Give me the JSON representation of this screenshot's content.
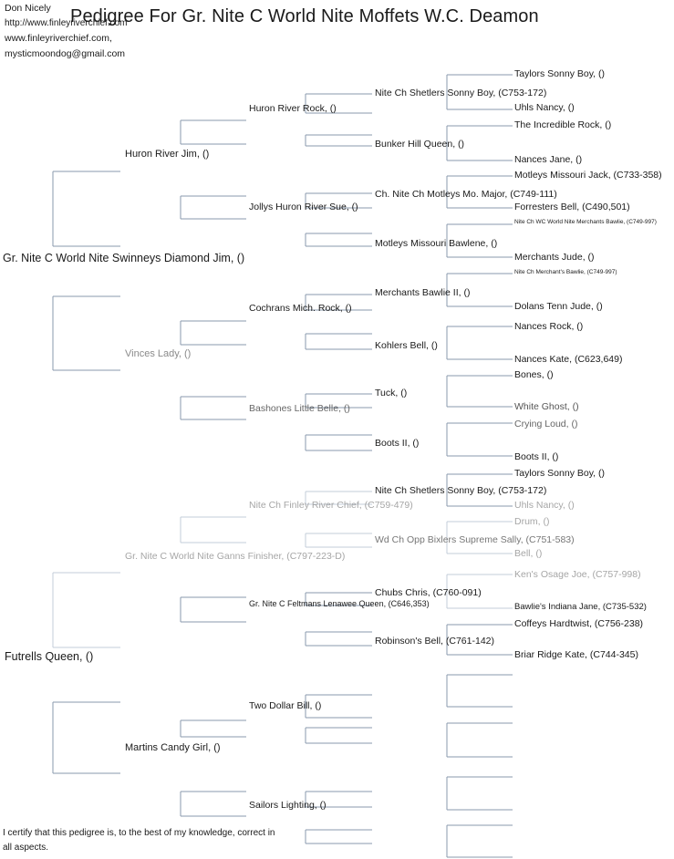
{
  "title": "Pedigree For Gr. Nite C World Nite Moffets W.C. Deamon",
  "breeder": {
    "name": "Don Nicely",
    "website_1": "http://www.finleyriverchief.com",
    "website_2": "www.finleyriverchief.com,",
    "email": "mysticmoondog@gmail.com"
  },
  "pedigree": {
    "sire": "Gr. Nite C World Nite Swinneys Diamond Jim, ()",
    "dam": "Futrells Queen, ()",
    "sire_sire": "Huron River Jim, ()",
    "sire_dam": "Vinces Lady, ()",
    "dam_sire": "Gr. Nite C World Nite Ganns Finisher, (C797-223-D)",
    "dam_dam": "Martins Candy Girl, ()",
    "g3": [
      "Huron River Rock, ()",
      "Jollys Huron River Sue, ()",
      "Cochrans Mich. Rock, ()",
      "Bashones Little Belle, ()",
      "Nite Ch Finley River Chief, (C759-479)",
      "Gr. Nite C Feltmans Lenawee Queen, (C646,353)",
      "Two Dollar Bill, ()",
      "Sailors Lighting, ()"
    ],
    "g4": [
      "Nite Ch Shetlers Sonny Boy, (C753-172)",
      "Bunker Hill Queen, ()",
      "Ch. Nite Ch Motleys Mo. Major, (C749-111)",
      "Motleys Missouri Bawlene, ()",
      "Merchants Bawlie II, ()",
      "Kohlers Bell, ()",
      "Tuck, ()",
      "Boots II, ()",
      "Nite Ch Shetlers Sonny Boy, (C753-172)",
      "Wd Ch Opp Bixlers Supreme Sally, (C751-583)",
      "Chubs Chris, (C760-091)",
      "Robinson's Bell, (C761-142)"
    ],
    "g5": [
      "Taylors Sonny Boy, ()",
      "Uhls Nancy, ()",
      "The Incredible Rock, ()",
      "Nances Jane, ()",
      "Motleys Missouri Jack, (C733-358)",
      "Forresters Bell, (C490,501)",
      "Nite Ch WC World Nite Merchants Bawlie, (C749-997)",
      "Merchants Jude, ()",
      "Nite Ch Merchant's Bawlie, (C749-997)",
      "Dolans Tenn Jude, ()",
      "Nances Rock, ()",
      "Nances Kate, (C623,649)",
      "Bones, ()",
      "White Ghost, ()",
      "Crying Loud, ()",
      "Boots II, ()",
      "Taylors Sonny Boy, ()",
      "Uhls Nancy, ()",
      "Drum, ()",
      "Bell, ()",
      "Ken's Osage Joe, (C757-998)",
      "Bawlie's Indiana Jane, (C735-532)",
      "Coffeys Hardtwist, (C756-238)",
      "Briar Ridge Kate, (C744-345)"
    ]
  },
  "certification": "I certify that this pedigree is, to the best of my knowledge, correct in all aspects.",
  "colors": {
    "text": "#1a1a1a",
    "faint_text": "#a6a6a6",
    "line": "#8a9aae",
    "faint_line": "#c3ccd8"
  }
}
